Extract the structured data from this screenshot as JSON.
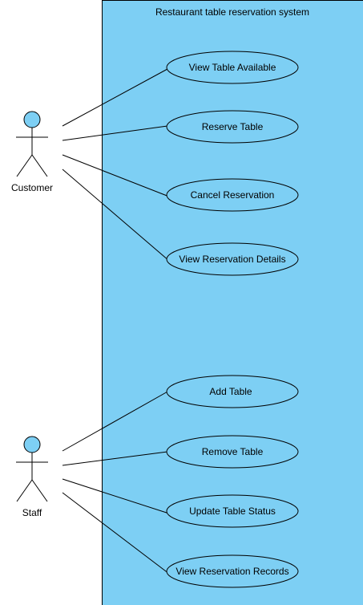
{
  "system": {
    "title": "Restaurant table reservation system",
    "fill_color": "#7dcff4"
  },
  "actors": {
    "customer": {
      "name": "Customer"
    },
    "staff": {
      "name": "Staff"
    }
  },
  "actor_head_color": "#7dcff4",
  "use_cases": {
    "view_table_available": "View Table Available",
    "reserve_table": "Reserve Table",
    "cancel_reservation": "Cancel Reservation",
    "view_reservation_details": "View Reservation Details",
    "add_table": "Add Table",
    "remove_table": "Remove Table",
    "update_table_status": "Update Table Status",
    "view_reservation_records": "View Reservation Records"
  },
  "associations": [
    {
      "actor": "customer",
      "use_case": "view_table_available"
    },
    {
      "actor": "customer",
      "use_case": "reserve_table"
    },
    {
      "actor": "customer",
      "use_case": "cancel_reservation"
    },
    {
      "actor": "customer",
      "use_case": "view_reservation_details"
    },
    {
      "actor": "staff",
      "use_case": "add_table"
    },
    {
      "actor": "staff",
      "use_case": "remove_table"
    },
    {
      "actor": "staff",
      "use_case": "update_table_status"
    },
    {
      "actor": "staff",
      "use_case": "view_reservation_records"
    }
  ]
}
